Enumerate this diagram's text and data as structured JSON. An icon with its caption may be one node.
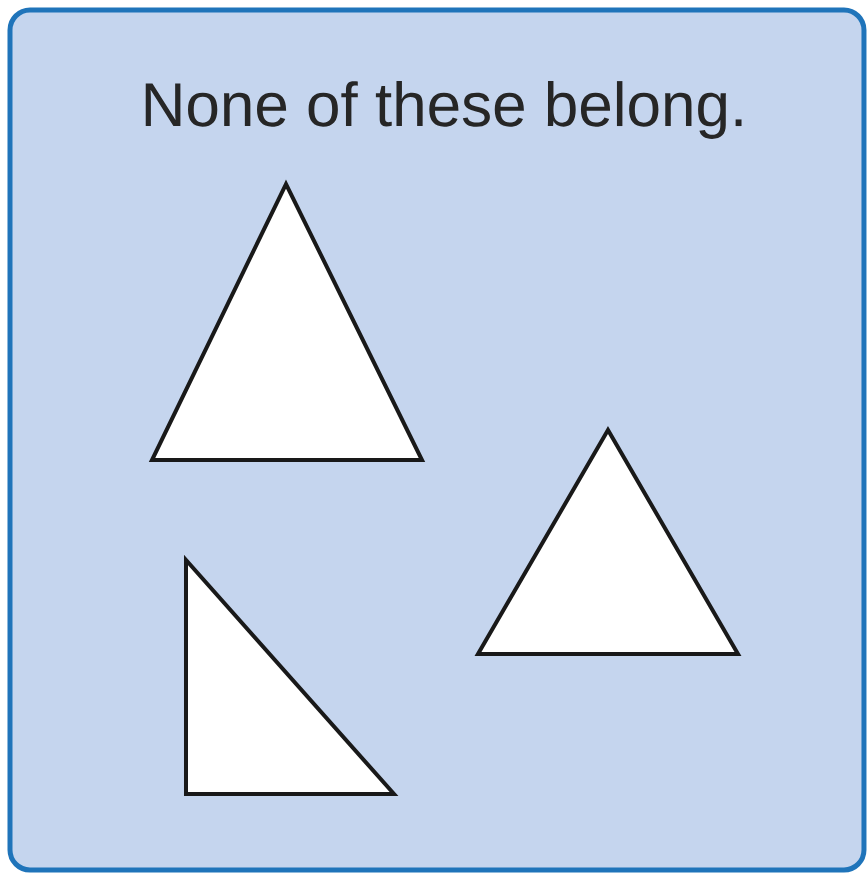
{
  "diagram": {
    "nodes": [
      {
        "text": [
          "None of these belong."
        ]
      },
      {
        "text": [],
        "shape": "triangle",
        "in": 0
      },
      {
        "text": [],
        "shape": "triangle",
        "in": 0
      },
      {
        "text": [],
        "shape": "triangle",
        "in": 0
      }
    ]
  }
}
